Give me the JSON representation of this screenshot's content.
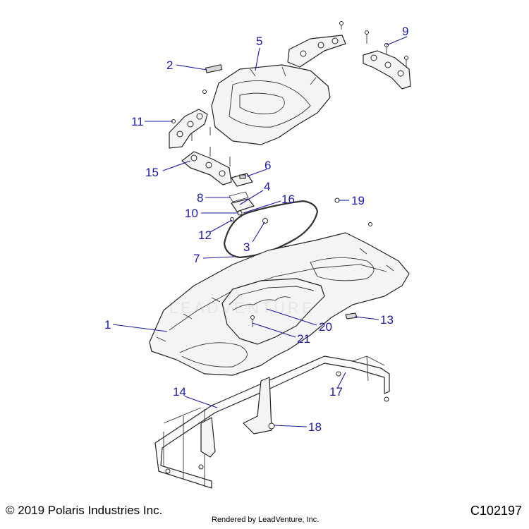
{
  "callouts": [
    {
      "label": "1"
    },
    {
      "label": "2"
    },
    {
      "label": "3"
    },
    {
      "label": "4"
    },
    {
      "label": "5"
    },
    {
      "label": "6"
    },
    {
      "label": "7"
    },
    {
      "label": "8"
    },
    {
      "label": "9"
    },
    {
      "label": "10"
    },
    {
      "label": "11"
    },
    {
      "label": "12"
    },
    {
      "label": "13"
    },
    {
      "label": "14"
    },
    {
      "label": "15"
    },
    {
      "label": "16"
    },
    {
      "label": "17"
    },
    {
      "label": "18"
    },
    {
      "label": "19"
    },
    {
      "label": "20"
    },
    {
      "label": "21"
    }
  ],
  "footer": {
    "copyright": "© 2019 Polaris Industries Inc.",
    "rendered_by": "Rendered by LeadVenture, Inc.",
    "diagram_id": "C102197"
  },
  "watermark": "LEADVENTURE"
}
